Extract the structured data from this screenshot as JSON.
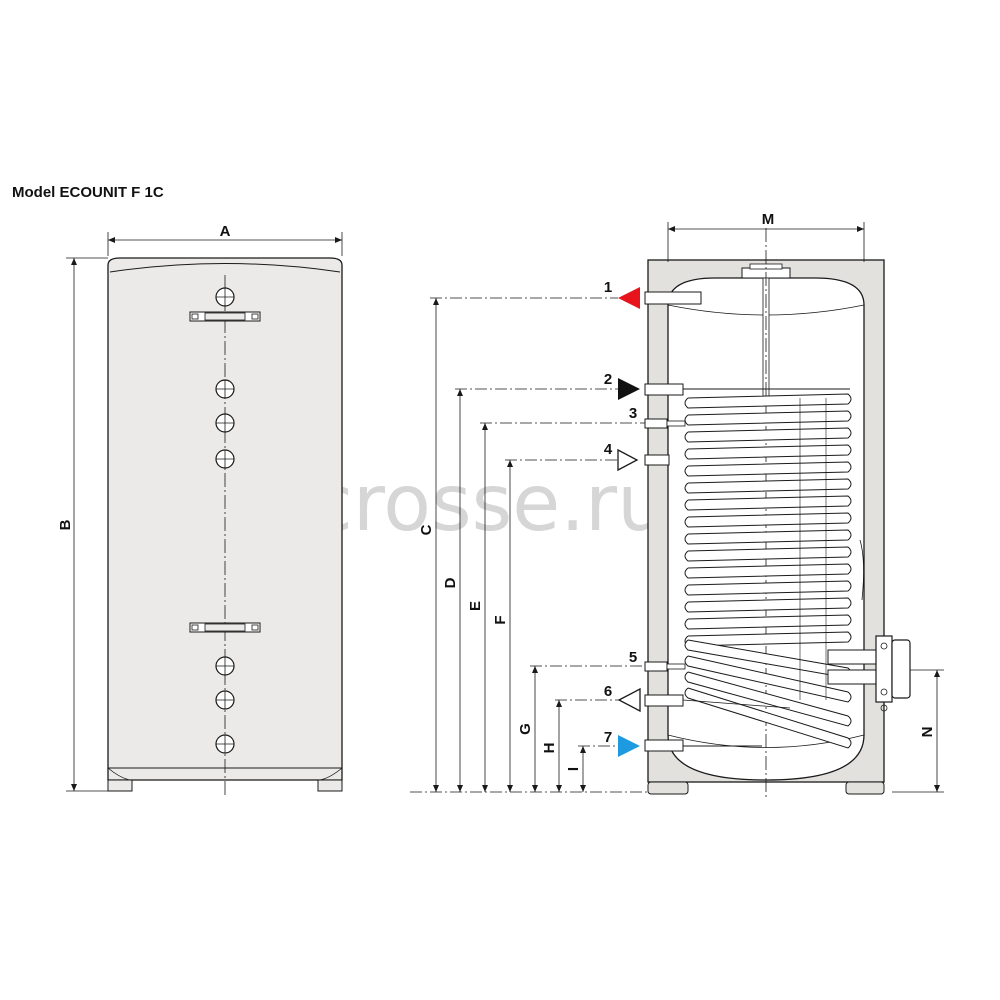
{
  "title": "Model ECOUNIT F 1C",
  "watermark": "crosse.ru",
  "dimension_labels": {
    "A": "A",
    "B": "B",
    "C": "C",
    "D": "D",
    "E": "E",
    "F": "F",
    "G": "G",
    "H": "H",
    "I": "I",
    "M": "M",
    "N": "N"
  },
  "connection_numbers": [
    "1",
    "2",
    "3",
    "4",
    "5",
    "6",
    "7"
  ],
  "colors": {
    "outline": "#1a1a1a",
    "body_fill": "#eceae8",
    "insulation_fill": "#e3e1de",
    "tank_fill": "#ffffff",
    "hot_outlet_arrow": "#e8141c",
    "cold_inlet_arrow": "#1e9be0",
    "heating_flow_arrow": "#111111",
    "dim_line": "#1a1a1a"
  },
  "icons": {
    "arrow_1": "red-filled-arrow",
    "arrow_2": "black-filled-arrow",
    "arrow_4": "hollow-arrow",
    "arrow_6": "hollow-arrow",
    "arrow_7": "blue-filled-arrow"
  }
}
